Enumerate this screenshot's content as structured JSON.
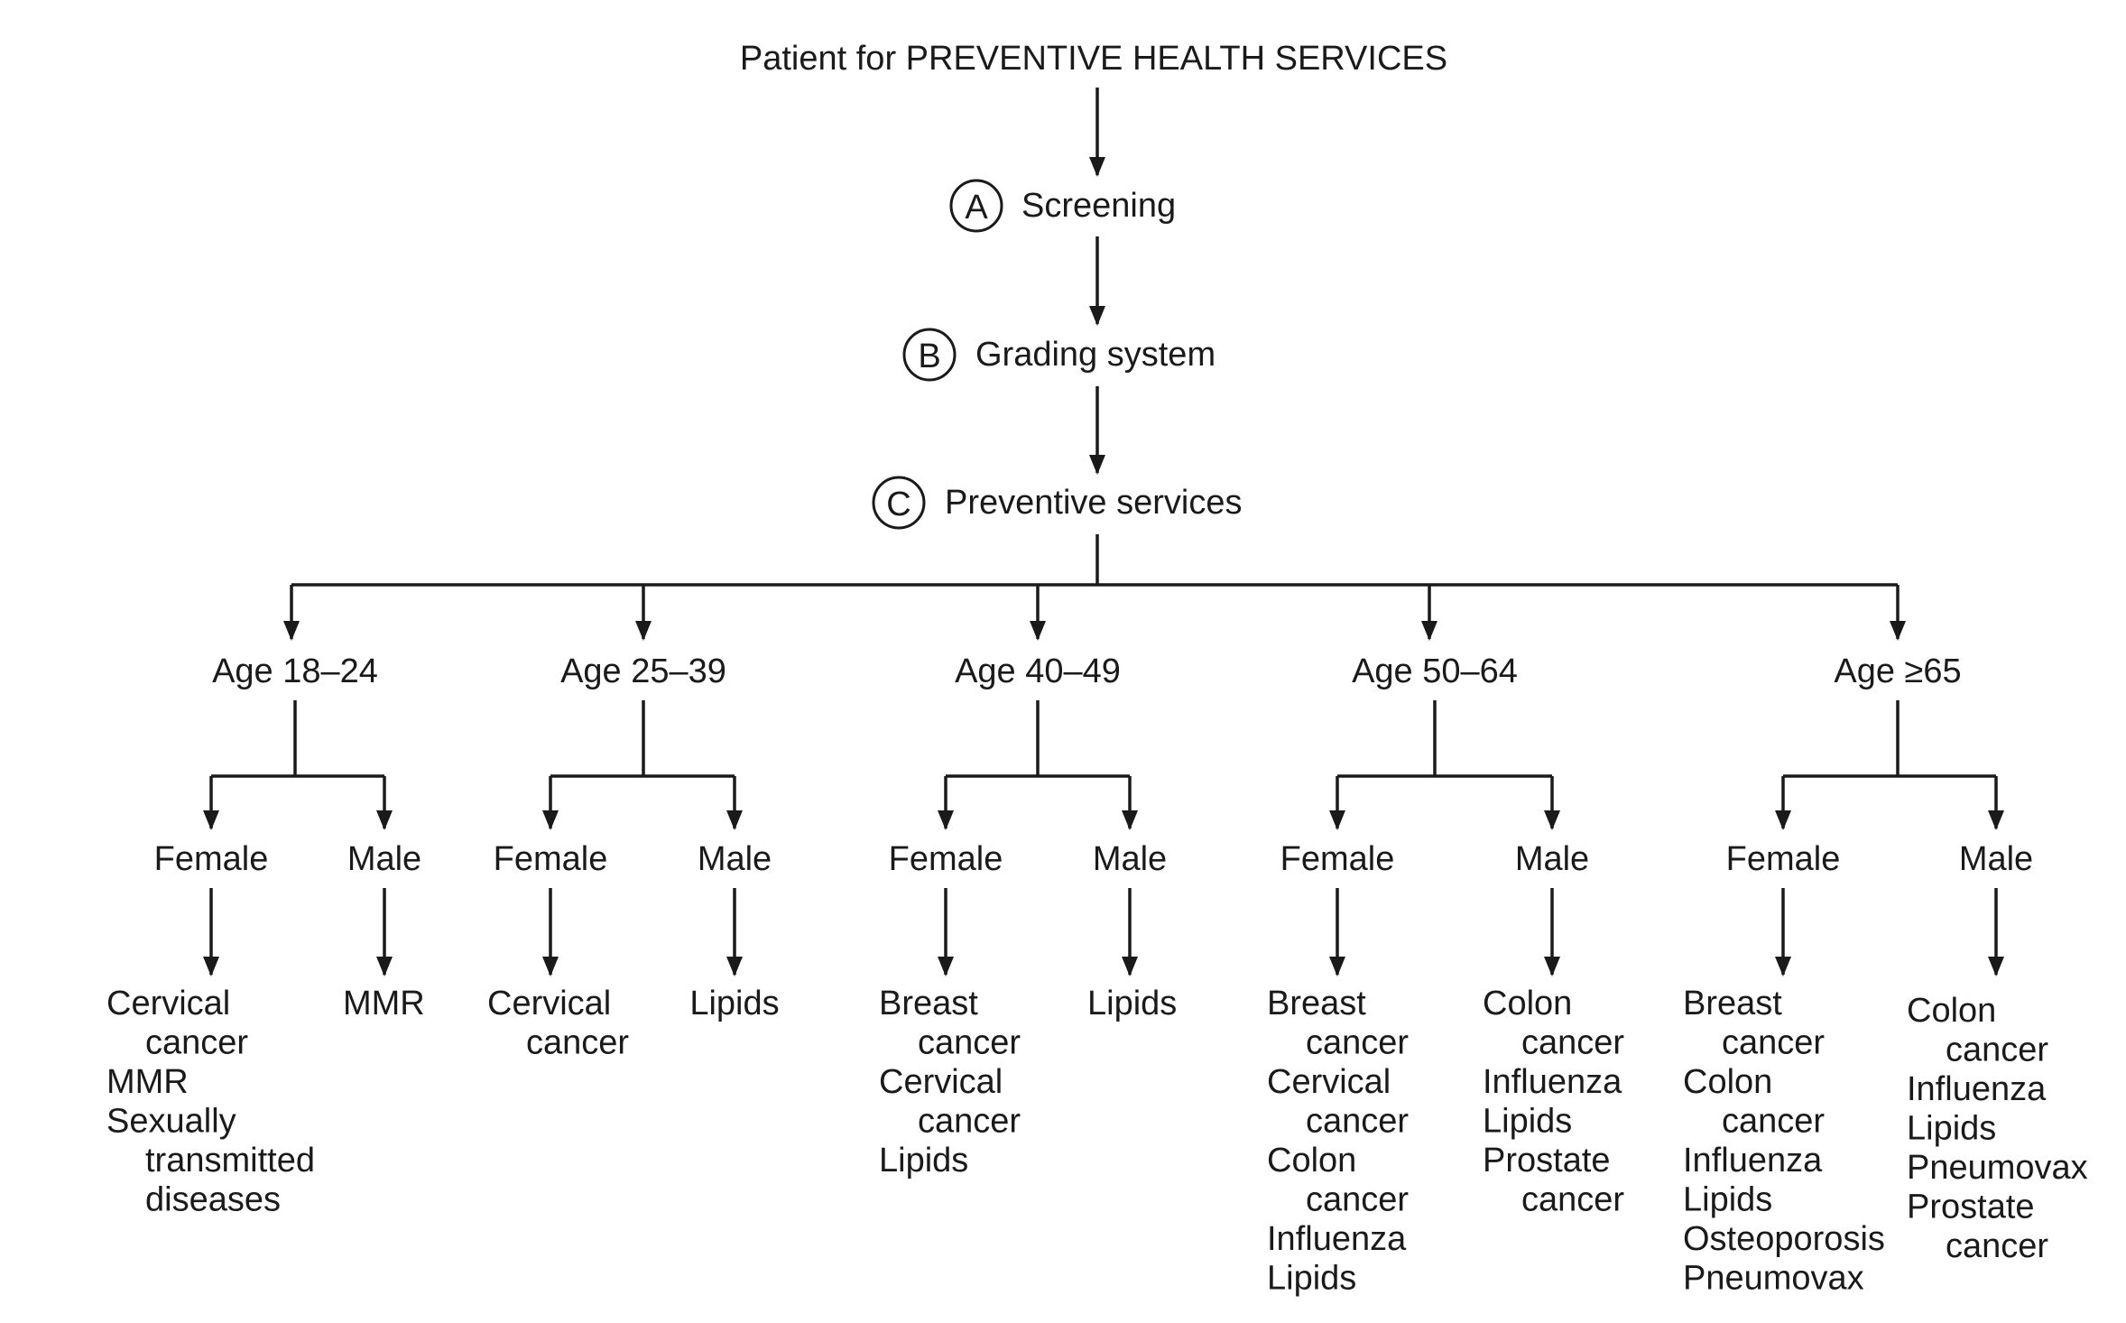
{
  "title": "Patient for PREVENTIVE HEALTH SERVICES",
  "steps": [
    {
      "letter": "A",
      "label": "Screening"
    },
    {
      "letter": "B",
      "label": "Grading system"
    },
    {
      "letter": "C",
      "label": "Preventive services"
    }
  ],
  "groups": [
    {
      "age": "Age 18–24",
      "female": {
        "label": "Female",
        "items": [
          [
            "Cervical",
            "cancer"
          ],
          [
            "MMR"
          ],
          [
            "Sexually",
            "transmitted",
            "diseases"
          ]
        ]
      },
      "male": {
        "label": "Male",
        "items": [
          [
            "MMR"
          ]
        ]
      }
    },
    {
      "age": "Age 25–39",
      "female": {
        "label": "Female",
        "items": [
          [
            "Cervical",
            "cancer"
          ]
        ]
      },
      "male": {
        "label": "Male",
        "items": [
          [
            "Lipids"
          ]
        ]
      }
    },
    {
      "age": "Age 40–49",
      "female": {
        "label": "Female",
        "items": [
          [
            "Breast",
            "cancer"
          ],
          [
            "Cervical",
            "cancer"
          ],
          [
            "Lipids"
          ]
        ]
      },
      "male": {
        "label": "Male",
        "items": [
          [
            "Lipids"
          ]
        ]
      }
    },
    {
      "age": "Age 50–64",
      "female": {
        "label": "Female",
        "items": [
          [
            "Breast",
            "cancer"
          ],
          [
            "Cervical",
            "cancer"
          ],
          [
            "Colon",
            "cancer"
          ],
          [
            "Influenza"
          ],
          [
            "Lipids"
          ]
        ]
      },
      "male": {
        "label": "Male",
        "items": [
          [
            "Colon",
            "cancer"
          ],
          [
            "Influenza"
          ],
          [
            "Lipids"
          ],
          [
            "Prostate",
            "cancer"
          ]
        ]
      }
    },
    {
      "age": "Age ≥65",
      "female": {
        "label": "Female",
        "items": [
          [
            "Breast",
            "cancer"
          ],
          [
            "Colon",
            "cancer"
          ],
          [
            "Influenza"
          ],
          [
            "Lipids"
          ],
          [
            "Osteoporosis"
          ],
          [
            "Pneumovax"
          ]
        ]
      },
      "male": {
        "label": "Male",
        "items": [
          [
            "Colon",
            "cancer"
          ],
          [
            "Influenza"
          ],
          [
            "Lipids"
          ],
          [
            "Pneumovax"
          ],
          [
            "Prostate",
            "cancer"
          ]
        ]
      }
    }
  ]
}
